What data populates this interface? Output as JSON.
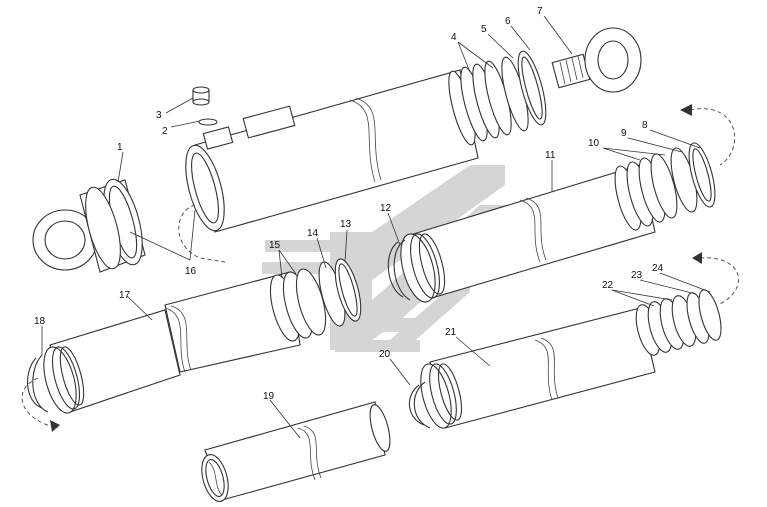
{
  "diagram": {
    "watermark_color": "#b4b4b4",
    "line_color": "#333333",
    "callouts": [
      {
        "id": "1",
        "label": "1"
      },
      {
        "id": "2",
        "label": "2"
      },
      {
        "id": "3",
        "label": "3"
      },
      {
        "id": "4",
        "label": "4"
      },
      {
        "id": "5",
        "label": "5"
      },
      {
        "id": "6",
        "label": "6"
      },
      {
        "id": "7",
        "label": "7"
      },
      {
        "id": "8",
        "label": "8"
      },
      {
        "id": "9",
        "label": "9"
      },
      {
        "id": "10",
        "label": "10"
      },
      {
        "id": "11",
        "label": "11"
      },
      {
        "id": "12",
        "label": "12"
      },
      {
        "id": "13",
        "label": "13"
      },
      {
        "id": "14",
        "label": "14"
      },
      {
        "id": "15",
        "label": "15"
      },
      {
        "id": "16",
        "label": "16"
      },
      {
        "id": "17",
        "label": "17"
      },
      {
        "id": "18",
        "label": "18"
      },
      {
        "id": "19",
        "label": "19"
      },
      {
        "id": "20",
        "label": "20"
      },
      {
        "id": "21",
        "label": "21"
      },
      {
        "id": "22",
        "label": "22"
      },
      {
        "id": "23",
        "label": "23"
      },
      {
        "id": "24",
        "label": "24"
      }
    ]
  }
}
